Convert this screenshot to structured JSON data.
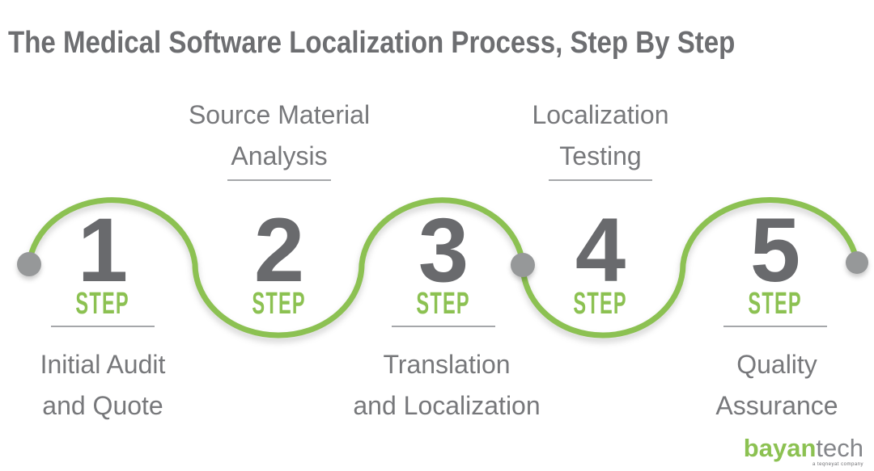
{
  "title": "The Medical Software Localization Process, Step By Step",
  "steps": [
    {
      "number": "1",
      "step_word": "STEP",
      "label_position": "below",
      "label": [
        "Initial Audit",
        "and Quote"
      ]
    },
    {
      "number": "2",
      "step_word": "STEP",
      "label_position": "above",
      "label": [
        "Source Material",
        "Analysis"
      ]
    },
    {
      "number": "3",
      "step_word": "STEP",
      "label_position": "below",
      "label": [
        "Translation",
        "and Localization"
      ]
    },
    {
      "number": "4",
      "step_word": "STEP",
      "label_position": "above",
      "label": [
        "Localization",
        "Testing"
      ]
    },
    {
      "number": "5",
      "step_word": "STEP",
      "label_position": "below",
      "label": [
        "Quality",
        "Assurance"
      ]
    }
  ],
  "colors": {
    "accent_green": "#8cc152",
    "number_gray": "#696a6d",
    "label_gray": "#77787b",
    "title_gray": "#6d6e71",
    "dot_gray": "#969899",
    "rule_gray": "#a5a7aa"
  },
  "logo": {
    "name_green": "bayan",
    "name_gray": "tech",
    "tagline": "a teqneyat company"
  }
}
